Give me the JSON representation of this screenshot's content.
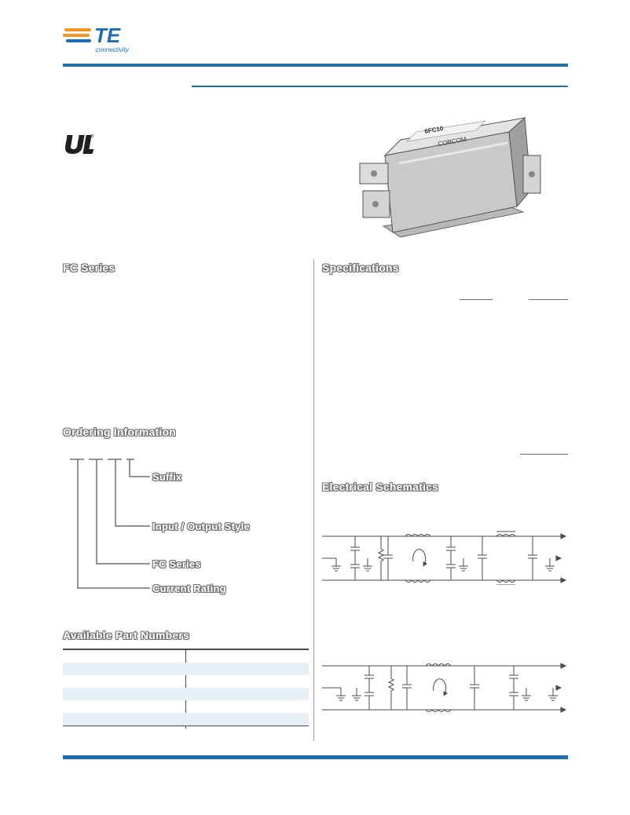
{
  "brand": {
    "logo_text": "TE",
    "tagline": "connectivity",
    "colors": {
      "blue": "#1d6eb0",
      "orange": "#f7941d",
      "text": "#6d6e70"
    }
  },
  "cert": {
    "mark": "UL recognized component mark"
  },
  "sections": {
    "fc_series": "FC Series",
    "specifications": "Specifications",
    "ordering_information": "Ordering Information",
    "electrical_schematics": "Electrical Schematics",
    "available_part_numbers": "Available Part Numbers"
  },
  "ordering": {
    "labels": [
      "Suffix",
      "Input / Output Style",
      "FC Series",
      "Current Rating"
    ]
  },
  "product_photo": {
    "label": "6FC10",
    "maker": "CORCOM"
  }
}
